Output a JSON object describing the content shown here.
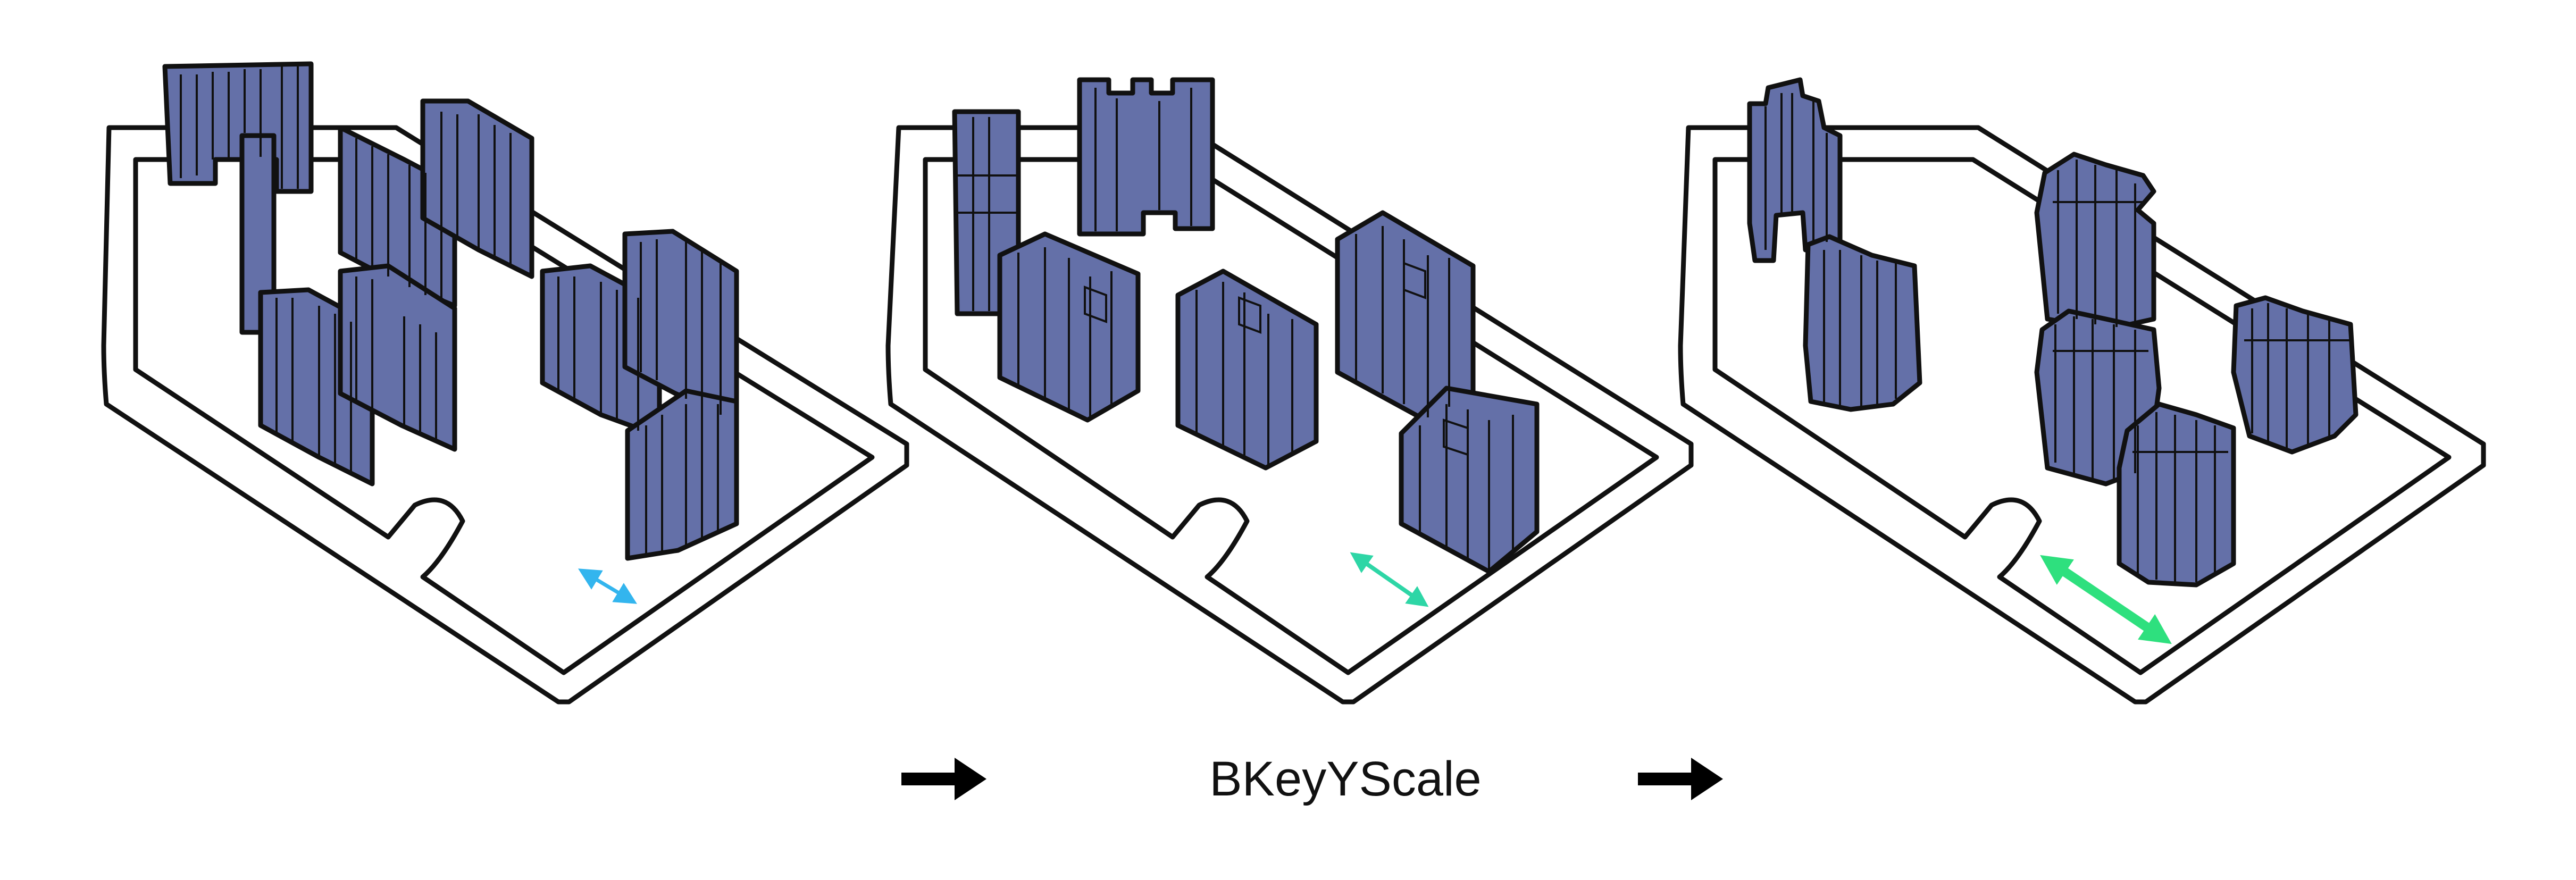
{
  "caption": "BKeyYScale",
  "colors": {
    "building_fill": "#6470a8",
    "building_edge": "#111111",
    "road": "#111111",
    "arrow_small": "#33b5ee",
    "arrow_medium": "#2ed6a6",
    "arrow_large": "#2ee07e",
    "flow_arrow": "#000000"
  },
  "panels": [
    {
      "name": "panel-1",
      "arrow_icon": "double-arrow-small-icon"
    },
    {
      "name": "panel-2",
      "arrow_icon": "double-arrow-medium-icon"
    },
    {
      "name": "panel-3",
      "arrow_icon": "double-arrow-large-icon"
    }
  ]
}
